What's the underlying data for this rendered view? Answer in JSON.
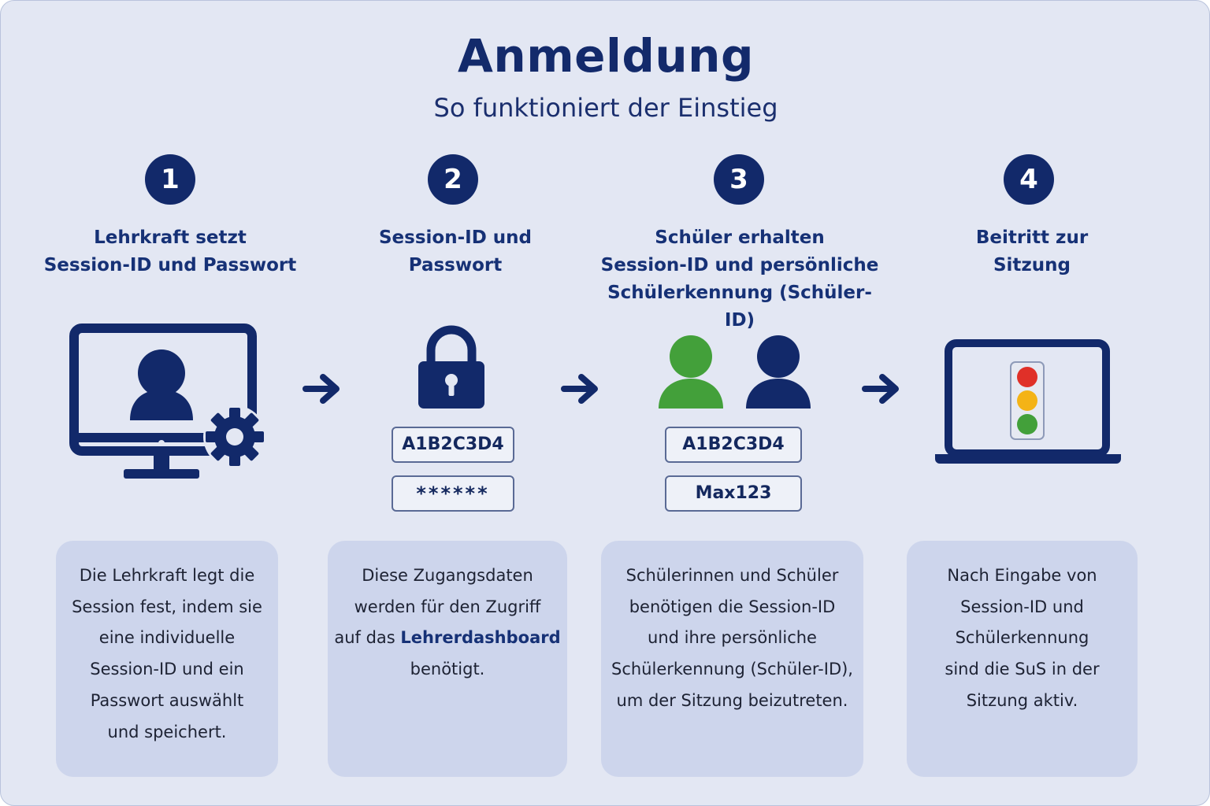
{
  "header": {
    "title": "Anmeldung",
    "subtitle": "So funktioniert der Einstieg"
  },
  "colors": {
    "navy": "#12296a",
    "green": "#43a03a",
    "red": "#e03028",
    "yellow": "#f4b316",
    "background": "#e3e7f3",
    "card": "#cdd5ec"
  },
  "steps": [
    {
      "number": "1",
      "title_lines": [
        "Lehrkraft setzt",
        "Session-ID und Passwort"
      ],
      "icon": "teacher-monitor-gear-icon",
      "card_lines": [
        "Die Lehrkraft legt die",
        "Session fest, indem sie",
        "eine individuelle",
        "Session-ID und ein",
        "Passwort auswählt",
        "und speichert."
      ]
    },
    {
      "number": "2",
      "title_lines": [
        "Session-ID und",
        "Passwort"
      ],
      "icon": "padlock-icon",
      "fields": [
        "A1B2C3D4",
        "******"
      ],
      "card_lines": [
        "Diese Zugangsdaten",
        "werden für den Zugriff"
      ],
      "card_line3_prefix": "auf das ",
      "card_line3_highlight": "Lehrerdashboard",
      "card_line4": "benötigt."
    },
    {
      "number": "3",
      "title_lines": [
        "Schüler erhalten",
        "Session-ID und persönliche",
        "Schülerkennung (Schüler-ID)"
      ],
      "icon": "two-students-icon",
      "fields": [
        "A1B2C3D4",
        "Max123"
      ],
      "card_lines": [
        "Schülerinnen und Schüler",
        "benötigen die Session-ID",
        "und ihre persönliche",
        "Schülerkennung (Schüler-ID),",
        "um der Sitzung beizutreten."
      ]
    },
    {
      "number": "4",
      "title_lines": [
        "Beitritt zur",
        "Sitzung"
      ],
      "icon": "laptop-traffic-light-icon",
      "card_lines": [
        "Nach Eingabe von",
        "Session-ID und",
        "Schülerkennung",
        "sind die SuS in der",
        "Sitzung aktiv."
      ]
    }
  ],
  "arrows": [
    "arrow-right-icon",
    "arrow-right-icon",
    "arrow-right-icon"
  ]
}
